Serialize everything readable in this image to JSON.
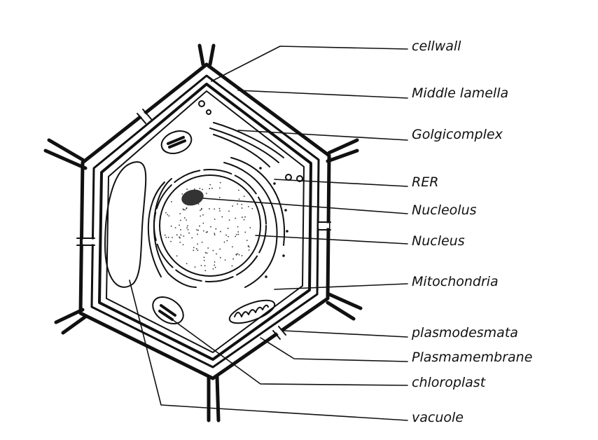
{
  "diagram": {
    "labels": {
      "cellwall": "cellwall",
      "middle_lamella": "Middle lamella",
      "golgi": "Golgicomplex",
      "rer": "RER",
      "nucleolus": "Nucleolus",
      "nucleus": "Nucleus",
      "mitochondria": "Mitochondria",
      "plasmodesmata": "plasmodesmata",
      "plasma_membrane": "Plasmamembrane",
      "chloroplast": "chloroplast",
      "vacuole": "vacuole"
    }
  }
}
